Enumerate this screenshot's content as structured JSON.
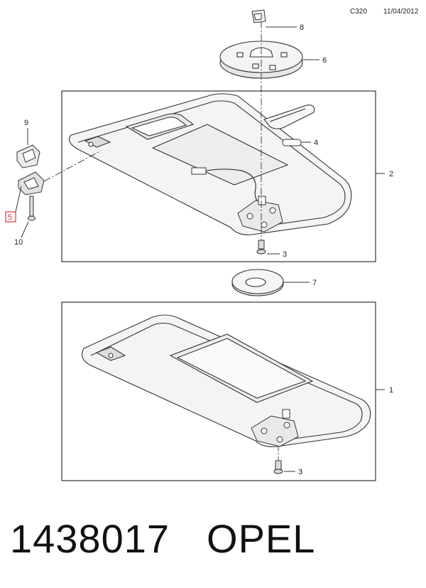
{
  "header": {
    "code": "C320",
    "date": "11/04/2012"
  },
  "callouts": {
    "c1": "1",
    "c2": "2",
    "c3a": "3",
    "c3b": "3",
    "c4": "4",
    "c5": "5",
    "c6": "6",
    "c7": "7",
    "c8": "8",
    "c9": "9",
    "c10": "10"
  },
  "footer": {
    "part_number": "1438017",
    "brand": "OPEL"
  },
  "colors": {
    "line": "#333333",
    "fill": "#f1f1f1",
    "highlight": "#d9383d"
  }
}
